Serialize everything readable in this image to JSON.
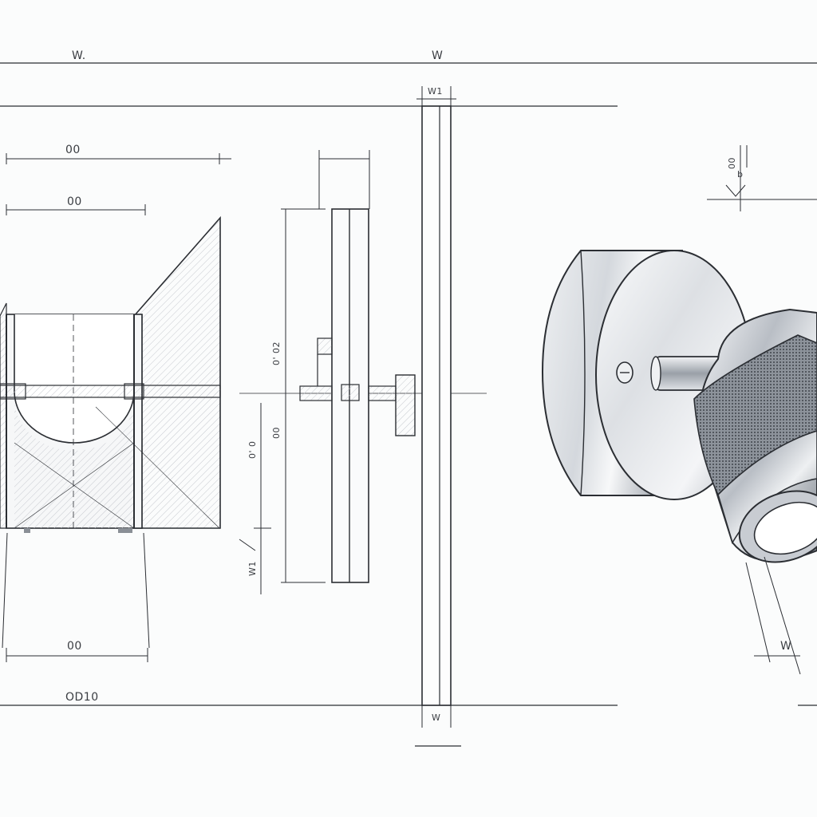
{
  "labels": {
    "top_left_w": "W.",
    "top_center_w": "W",
    "rail_top": "W1",
    "dim_upper_1": "00",
    "dim_upper_2": "00",
    "dim_bottom": "00",
    "footer": "OD10",
    "vert_upper": "0' 02",
    "vert_lower": "0' 0",
    "vert_mid": "00",
    "vert_bottom": "W1",
    "rail_bottom": "W",
    "corner_top_right": "00",
    "corner_top_right_b": "b",
    "lamp_dim": "W"
  },
  "colors": {
    "line": "#2b2e33",
    "hatch": "#b9bdc3",
    "metal_light": "#f2f3f5",
    "metal_mid": "#c4c8ce",
    "metal_dark": "#6e747c"
  }
}
